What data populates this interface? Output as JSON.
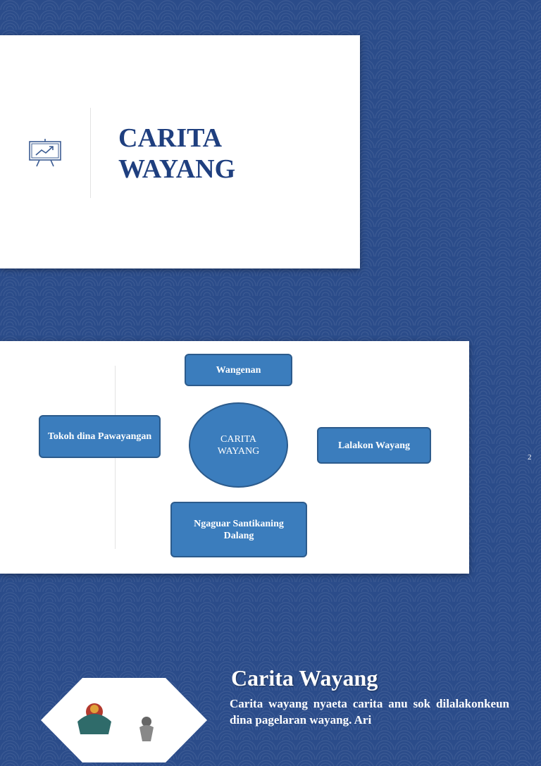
{
  "slide1": {
    "icon": "presentation-board-icon",
    "title_line1": "CARITA",
    "title_line2": "WAYANG"
  },
  "slide2": {
    "diagram": {
      "center": "CARITA WAYANG",
      "top": "Wangenan",
      "left": "Tokoh dina Pawayangan",
      "right": "Lalakon Wayang",
      "bottom": "Ngaguar Santikaning Dalang"
    },
    "page_number": "2"
  },
  "slide3": {
    "heading": "Carita Wayang",
    "body": "Carita wayang nyaeta carita anu sok dilalakonkeun dina pagelaran wayang. Ari"
  },
  "colors": {
    "background": "#2b4c8a",
    "title": "#1f3f7f",
    "node_fill": "#3b7dbd",
    "node_border": "#2c5b8c"
  }
}
